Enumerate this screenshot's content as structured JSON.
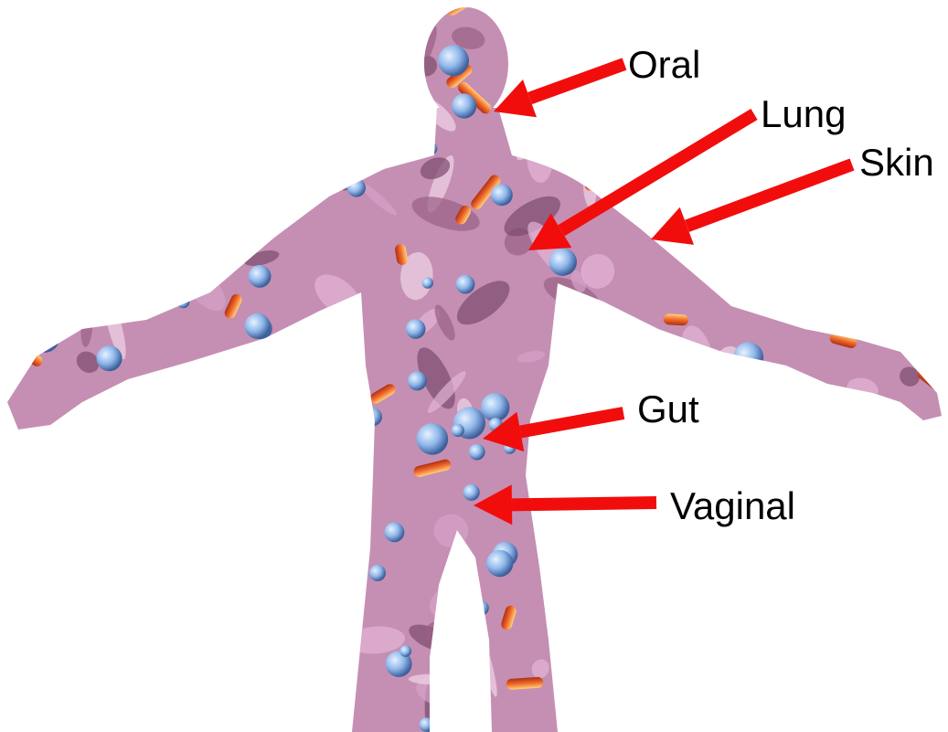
{
  "labels": {
    "oral": "Oral",
    "lung": "Lung",
    "skin": "Skin",
    "gut": "Gut",
    "vaginal": "Vaginal"
  },
  "colors": {
    "arrow": "#f20d0d",
    "body_base": "#c58fb3",
    "rod_bacteria": "#ef6a2b",
    "coccus_bacteria": "#8fb7ea",
    "label_text": "#000000"
  }
}
